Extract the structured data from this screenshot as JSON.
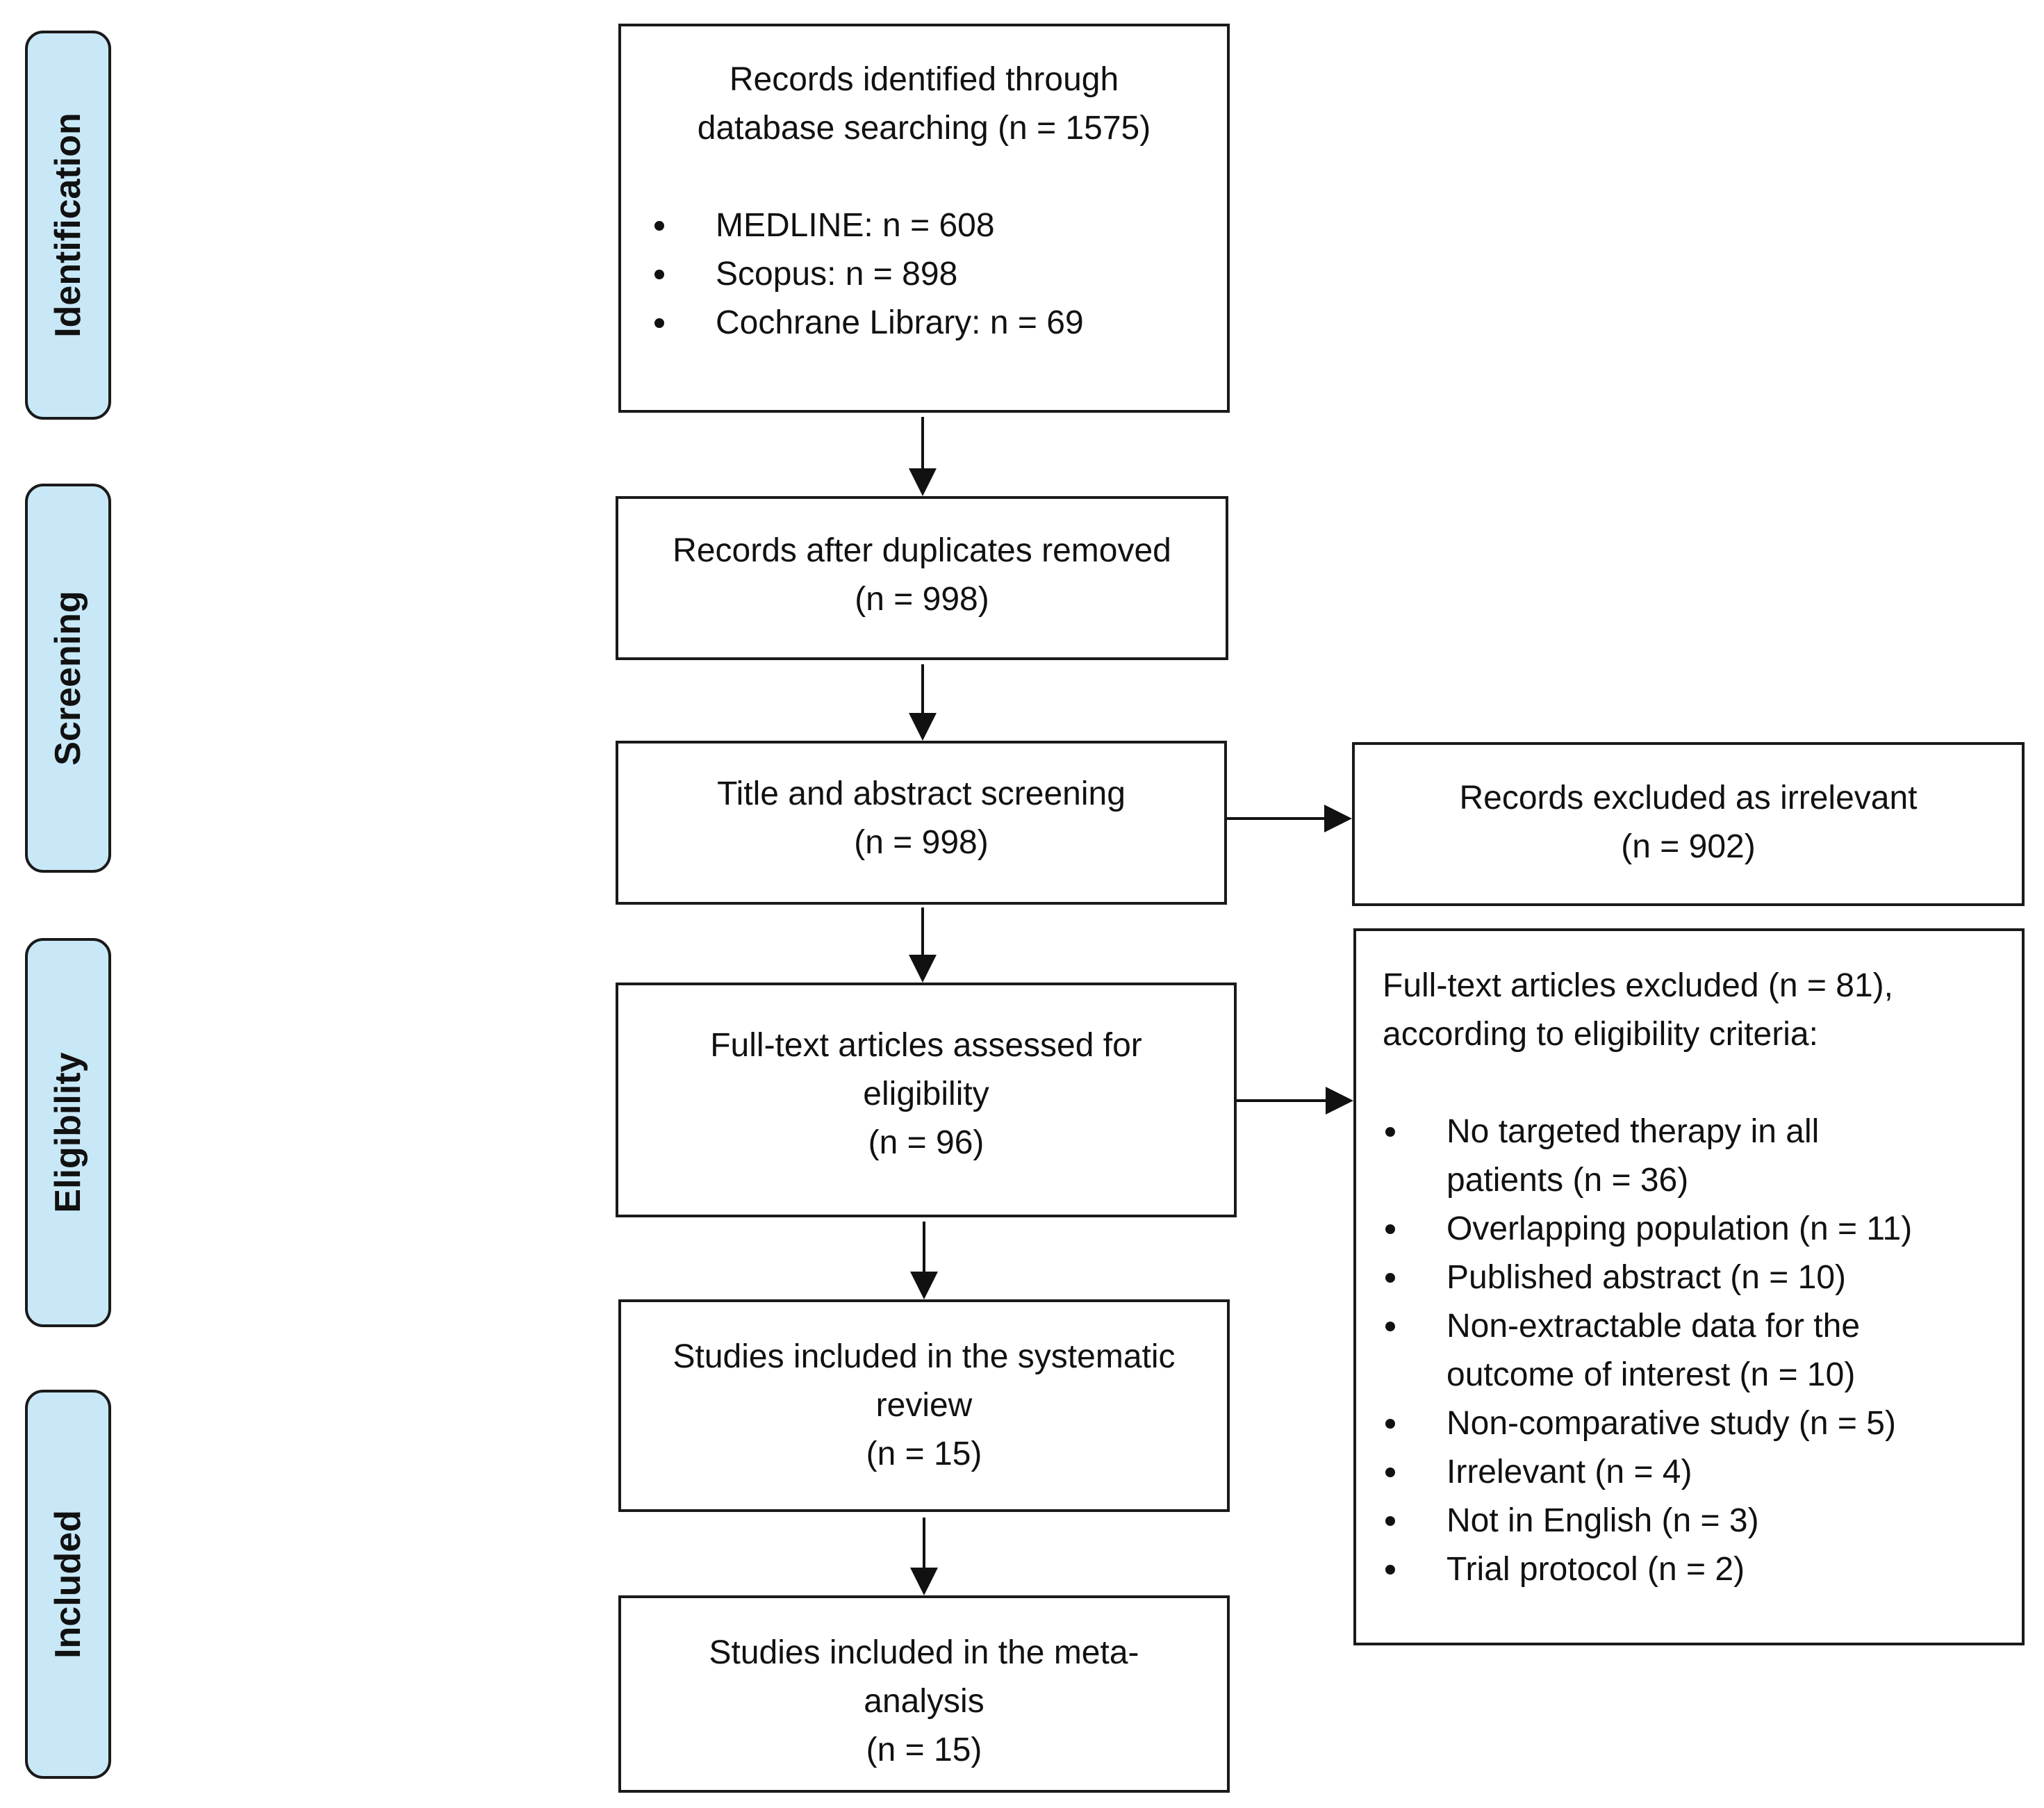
{
  "stages": {
    "identification": "Identification",
    "screening": "Screening",
    "eligibility": "Eligibility",
    "included": "Included"
  },
  "boxes": {
    "identified": {
      "lines": [
        "Records identified through",
        "database searching (n = 1575)"
      ],
      "items": [
        "MEDLINE: n = 608",
        "Scopus: n = 898",
        "Cochrane Library: n = 69"
      ]
    },
    "duplicates": {
      "lines": [
        "Records after duplicates removed",
        "(n = 998)"
      ]
    },
    "screening": {
      "lines": [
        "Title and abstract screening",
        "(n = 998)"
      ]
    },
    "irrelevant": {
      "lines": [
        "Records excluded as irrelevant",
        "(n = 902)"
      ]
    },
    "fulltext": {
      "lines": [
        "Full-text articles assessed for",
        "eligibility",
        "(n = 96)"
      ]
    },
    "excluded": {
      "lines": [
        "Full-text articles excluded (n = 81),",
        "according to eligibility criteria:"
      ],
      "items": [
        [
          "No targeted therapy in all",
          "patients (n = 36)"
        ],
        [
          "Overlapping population (n = 11)"
        ],
        [
          "Published abstract (n = 10)"
        ],
        [
          "Non-extractable data for the",
          "outcome of interest (n = 10)"
        ],
        [
          "Non-comparative study (n = 5)"
        ],
        [
          "Irrelevant (n = 4)"
        ],
        [
          "Not in English (n = 3)"
        ],
        [
          "Trial protocol (n = 2)"
        ]
      ]
    },
    "systematic": {
      "lines": [
        "Studies included in the systematic",
        "review",
        "(n = 15)"
      ]
    },
    "meta": {
      "lines": [
        "Studies included in the meta-",
        "analysis",
        "(n = 15)"
      ]
    }
  }
}
